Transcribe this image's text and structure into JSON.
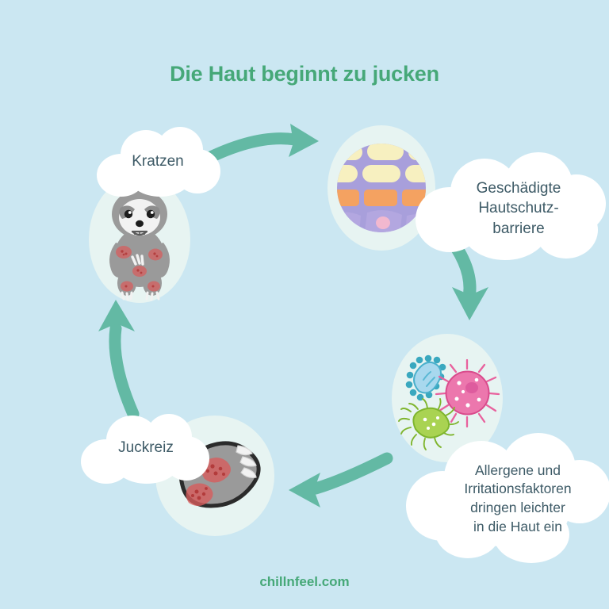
{
  "page": {
    "title": "Die Haut beginnt zu jucken",
    "footer": "chillnfeel.com",
    "background_color": "#cbe7f2",
    "accent_color": "#46a878",
    "arrow_color": "#63b9a4",
    "text_color": "#3d5a66",
    "disc_color": "#e7f4f2",
    "cloud_color": "#ffffff"
  },
  "cycle": {
    "type": "cycle-diagram",
    "direction": "clockwise",
    "steps": [
      {
        "id": "kratzen",
        "label": "Kratzen",
        "illustration": "sloth-scratching-icon",
        "position": "top-left"
      },
      {
        "id": "hautschutzbarriere",
        "label": "Geschädigte\nHautschutz-\nbarriere",
        "illustration": "skin-barrier-cross-section-icon",
        "position": "top-right"
      },
      {
        "id": "allergene",
        "label": "Allergene und\nIrritationsfaktoren\ndringen leichter\nin die Haut ein",
        "illustration": "microbes-icon",
        "position": "bottom-right"
      },
      {
        "id": "juckreiz",
        "label": "Juckreiz",
        "illustration": "irritated-paw-icon",
        "position": "bottom-left"
      }
    ],
    "arrows": [
      {
        "id": "arrow-kratzen-to-barriere",
        "from": "kratzen",
        "to": "hautschutzbarriere",
        "direction": "right"
      },
      {
        "id": "arrow-barriere-to-allergene",
        "from": "hautschutzbarriere",
        "to": "allergene",
        "direction": "down"
      },
      {
        "id": "arrow-allergene-to-juckreiz",
        "from": "allergene",
        "to": "juckreiz",
        "direction": "left"
      },
      {
        "id": "arrow-juckreiz-to-kratzen",
        "from": "juckreiz",
        "to": "kratzen",
        "direction": "up"
      }
    ]
  },
  "illustrations": {
    "skin_barrier": {
      "corneocyte_color": "#f7f0c0",
      "matrix_color": "#a89fdb",
      "brick_color": "#f4a261",
      "cell_color": "#b3a7e0",
      "nucleus_color": "#f2b8cf"
    },
    "microbes": {
      "bacillus_blue": "#8fcfe8",
      "coccus_pink": "#e8619d",
      "bacillus_green": "#9ccc4a"
    },
    "sloth": {
      "fur_color": "#9a9a9a",
      "face_color": "#f2f2f2",
      "patch_color": "#d95c5c"
    }
  }
}
